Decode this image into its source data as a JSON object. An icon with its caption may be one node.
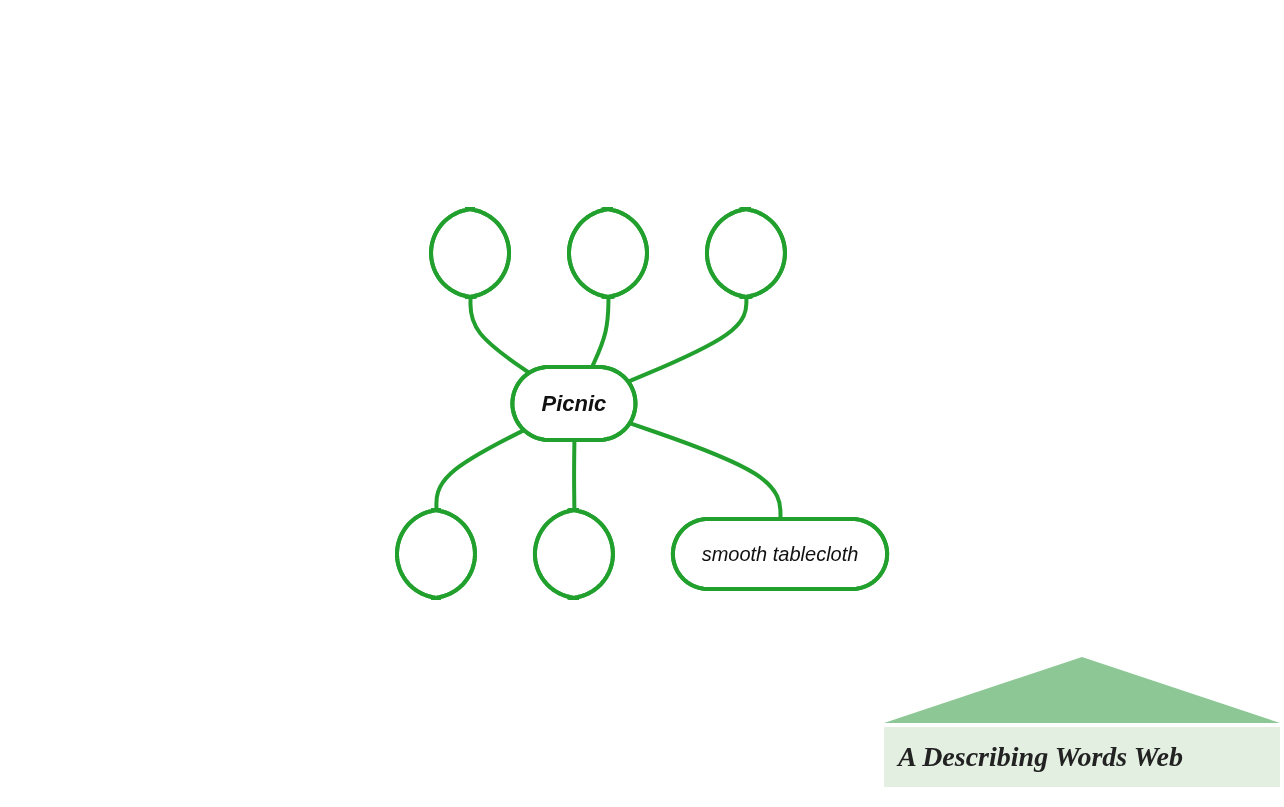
{
  "diagram": {
    "nodes": [
      {
        "text": [],
        "shape": "ellipse"
      },
      {
        "text": [],
        "shape": "ellipse"
      },
      {
        "text": [],
        "shape": "ellipse"
      },
      {
        "text": [
          "Picnic"
        ]
      },
      {
        "text": [],
        "shape": "ellipse"
      },
      {
        "text": [
          "smooth tablecloth"
        ]
      },
      {
        "text": [],
        "shape": "ellipse"
      }
    ],
    "edges": [
      {
        "from": 1,
        "to": 3,
        "arrow": "none"
      },
      {
        "from": 0,
        "to": 3,
        "arrow": "none"
      },
      {
        "from": 2,
        "to": 3,
        "arrow": "none"
      },
      {
        "from": 3,
        "to": 4,
        "arrow": "none"
      },
      {
        "from": 3,
        "to": 6,
        "arrow": "none"
      },
      {
        "from": 3,
        "to": 5,
        "arrow": "none"
      }
    ],
    "labels": [
      "A Describing Words Web"
    ]
  }
}
